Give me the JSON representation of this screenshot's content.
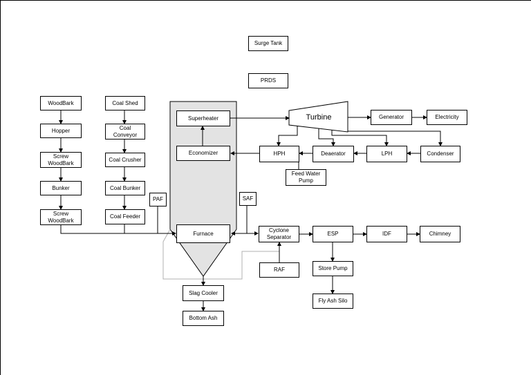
{
  "diagram": {
    "nodes": {
      "surge_tank": "Surge Tank",
      "prds": "PRDS",
      "woodbark": "WoodBark",
      "hopper": "Hopper",
      "screw_woodbark_1": "Screw WoodBark",
      "bunker": "Bunker",
      "screw_woodbark_2": "Screw WoodBark",
      "coal_shed": "Coal Shed",
      "coal_conveyor": "Coal Conveyor",
      "coal_crusher": "Coal Crusher",
      "coal_bunker": "Coal Bunker",
      "coal_feeder": "Coal Feeder",
      "paf": "PAF",
      "saf": "SAF",
      "superheater": "Superheater",
      "economizer": "Economizer",
      "furnace": "Furnace",
      "turbine": "Turbine",
      "generator": "Generator",
      "electricity": "Electricity",
      "hph": "HPH",
      "deaerator": "Deaerator",
      "lph": "LPH",
      "condenser": "Condenser",
      "feed_water_pump": "Feed Water Pump",
      "cyclone_separator": "Cyclone Separator",
      "esp": "ESP",
      "idf": "IDF",
      "chimney": "Chimney",
      "raf": "RAF",
      "store_pump": "Store Pump",
      "fly_ash_silo": "Fly Ash Silo",
      "slag_cooler": "Slag Cooler",
      "bottom_ash": "Bottom Ash"
    },
    "colors": {
      "line": "#000000",
      "gray_line": "#b0b0b0",
      "boiler_fill": "#e3e3e3"
    }
  }
}
